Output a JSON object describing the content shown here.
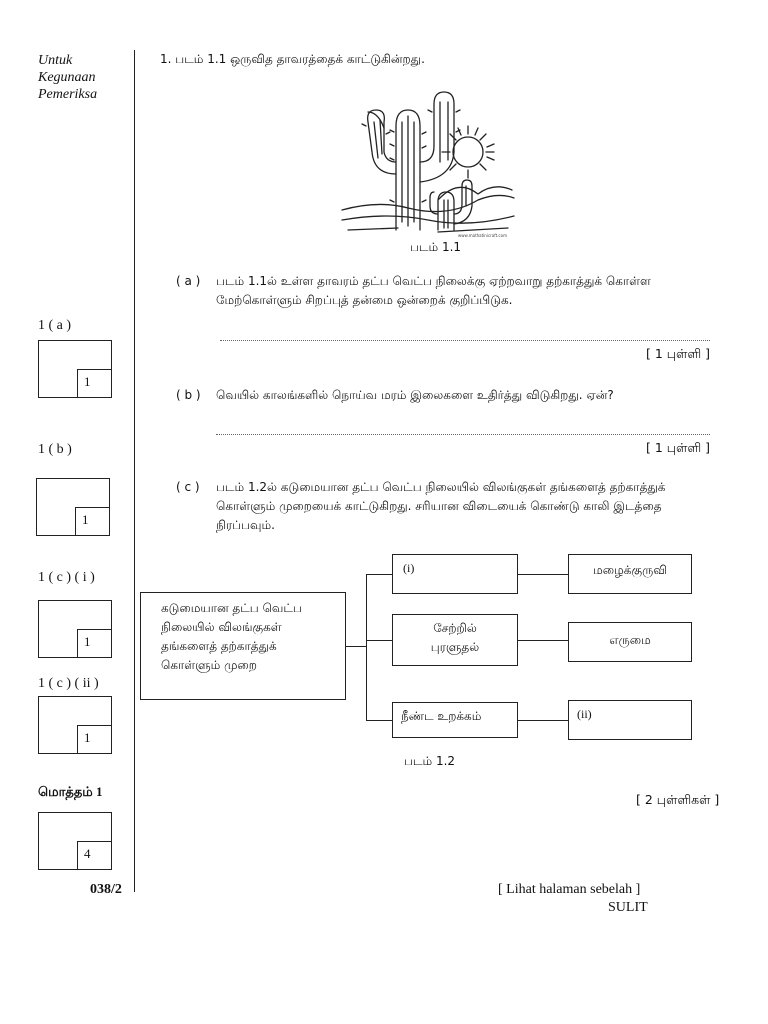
{
  "sidebar": {
    "header_lines": [
      "Untuk",
      "Kegunaan",
      "Pemeriksa"
    ],
    "marks": [
      {
        "label": "1 ( a )",
        "score": "1"
      },
      {
        "label": "1 ( b )",
        "score": "1"
      },
      {
        "label": "1 ( c ) ( i )",
        "score": "1"
      },
      {
        "label": "1 ( c ) ( ii )",
        "score": "1"
      }
    ],
    "total_label": "மொத்தம் 1",
    "total_score": "4"
  },
  "question": {
    "intro": "1.  படம் 1.1 ஒருவித தாவரத்தைக் காட்டுகின்றது.",
    "figure1_caption": "படம் 1.1",
    "figure1_watermark": "www.mathatinicraft.com",
    "a_marker": "( a )",
    "a_text": "படம் 1.1ல் உள்ள தாவரம் தட்ப வெட்ப நிலைக்கு ஏற்றவாறு தற்காத்துக் கொள்ள மேற்கொள்ளும் சிறப்புத் தன்மை ஒன்றைக் குறிப்பிடுக.",
    "a_points": "[ 1 புள்ளி ]",
    "b_marker": "( b )",
    "b_text": "வெயில் காலங்களில் நொய்வ மரம் இலைகளை உதிர்த்து விடுகிறது. ஏன்?",
    "b_points": "[ 1 புள்ளி ]",
    "c_marker": "( c )",
    "c_text": "படம் 1.2ல் கடுமையான தட்ப வெட்ப நிலையில் விலங்குகள் தங்களைத் தற்காத்துக் கொள்ளும் முறையைக் காட்டுகிறது. சரியான விடையைக் கொண்டு காலி இடத்தை நிரப்பவும்.",
    "c_points": "[ 2 புள்ளிகள் ]"
  },
  "diagram": {
    "main_box": "கடுமையான தட்ப வெட்ப நிலையில் விலங்குகள் தங்களைத் தற்காத்துக் கொள்ளும் முறை",
    "method_1": "(i)",
    "animal_1": "மழைக்குருவி",
    "method_2": "சேற்றில் புரளுதல்",
    "animal_2": "எருமை",
    "method_3": "நீண்ட உறக்கம்",
    "animal_3": "(ii)",
    "caption": "படம் 1.2"
  },
  "footer": {
    "code": "038/2",
    "next_page": "[ Lihat halaman sebelah ]",
    "status": "SULIT"
  }
}
